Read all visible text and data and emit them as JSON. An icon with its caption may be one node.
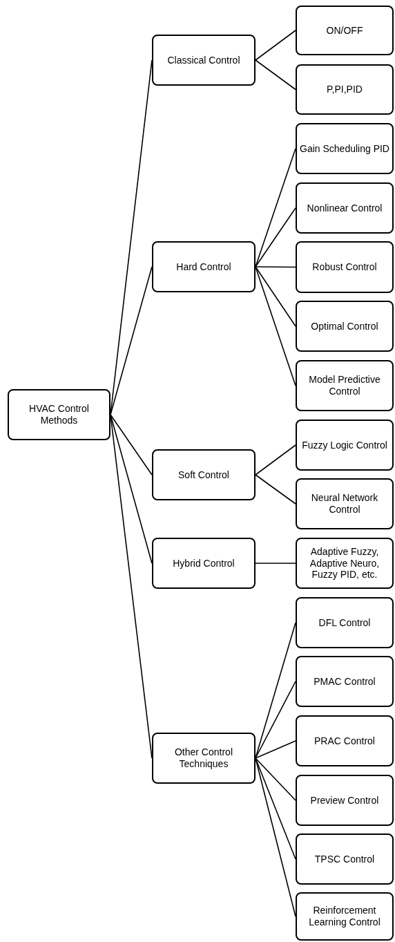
{
  "diagram": {
    "nodes": [
      {
        "text": [
          "HVAC Control Methods"
        ]
      },
      {
        "text": [
          "Classical Control"
        ]
      },
      {
        "text": [
          "ON/OFF"
        ]
      },
      {
        "text": [
          "P,PI,PID"
        ]
      },
      {
        "text": [
          "Hard Control"
        ]
      },
      {
        "text": [
          "Gain Scheduling PID"
        ]
      },
      {
        "text": [
          "Nonlinear Control"
        ]
      },
      {
        "text": [
          "Robust Control"
        ]
      },
      {
        "text": [
          "Optimal Control"
        ]
      },
      {
        "text": [
          "Model Predictive Control"
        ]
      },
      {
        "text": [
          "Soft Control"
        ]
      },
      {
        "text": [
          "Fuzzy Logic Control"
        ]
      },
      {
        "text": [
          "Neural Network Control"
        ]
      },
      {
        "text": [
          "Hybrid Control"
        ]
      },
      {
        "text": [
          "Adaptive Fuzzy, Adaptive Neuro, Fuzzy PID, etc."
        ]
      },
      {
        "text": [
          "Other Control Techniques"
        ]
      },
      {
        "text": [
          "DFL Control"
        ]
      },
      {
        "text": [
          "PMAC Control"
        ]
      },
      {
        "text": [
          "PRAC Control"
        ]
      },
      {
        "text": [
          "Preview Control"
        ]
      },
      {
        "text": [
          "TPSC Control"
        ]
      },
      {
        "text": [
          "Reinforcement Learning Control"
        ]
      }
    ],
    "edges": [
      {
        "from": 0,
        "to": 1,
        "arrow": "none"
      },
      {
        "from": 0,
        "to": 4,
        "arrow": "none"
      },
      {
        "from": 0,
        "to": 10,
        "arrow": "none"
      },
      {
        "from": 0,
        "to": 13,
        "arrow": "none"
      },
      {
        "from": 0,
        "to": 15,
        "arrow": "none"
      },
      {
        "from": 1,
        "to": 2,
        "arrow": "none"
      },
      {
        "from": 1,
        "to": 3,
        "arrow": "none"
      },
      {
        "from": 4,
        "to": 5,
        "arrow": "none"
      },
      {
        "from": 4,
        "to": 6,
        "arrow": "none"
      },
      {
        "from": 4,
        "to": 7,
        "arrow": "none"
      },
      {
        "from": 4,
        "to": 8,
        "arrow": "none"
      },
      {
        "from": 4,
        "to": 9,
        "arrow": "none"
      },
      {
        "from": 10,
        "to": 11,
        "arrow": "none"
      },
      {
        "from": 10,
        "to": 12,
        "arrow": "none"
      },
      {
        "from": 13,
        "to": 14,
        "arrow": "none"
      },
      {
        "from": 15,
        "to": 16,
        "arrow": "none"
      },
      {
        "from": 15,
        "to": 17,
        "arrow": "none"
      },
      {
        "from": 15,
        "to": 18,
        "arrow": "none"
      },
      {
        "from": 15,
        "to": 19,
        "arrow": "none"
      },
      {
        "from": 15,
        "to": 20,
        "arrow": "none"
      },
      {
        "from": 15,
        "to": 21,
        "arrow": "none"
      }
    ]
  }
}
